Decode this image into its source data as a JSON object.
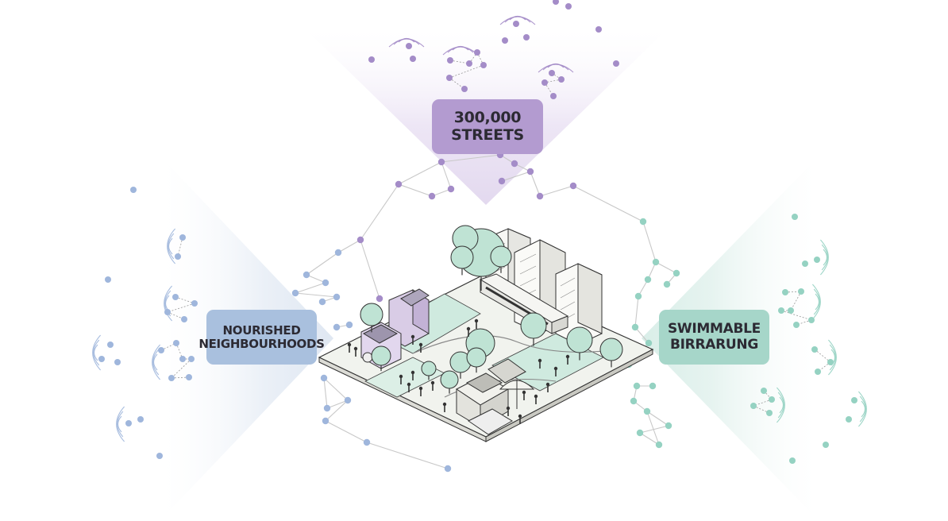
{
  "labels": {
    "top": {
      "line1": "300,000",
      "line2": "STREETS"
    },
    "left": {
      "line1": "NOURISHED",
      "line2": "NEIGHBOURHOODS"
    },
    "right": {
      "line1": "SWIMMABLE",
      "line2": "BIRRARUNG"
    }
  },
  "colors": {
    "purple": "#a48cc8",
    "purple_box": "#b39bd0",
    "blue": "#9fb6dc",
    "blue_box": "#a9c0de",
    "green": "#95d2c2",
    "green_box": "#a6d6c9",
    "ground": "#f3f5ef",
    "grass": "#cfeadf",
    "line": "#c8c8c8",
    "ink": "#2c2a33"
  }
}
